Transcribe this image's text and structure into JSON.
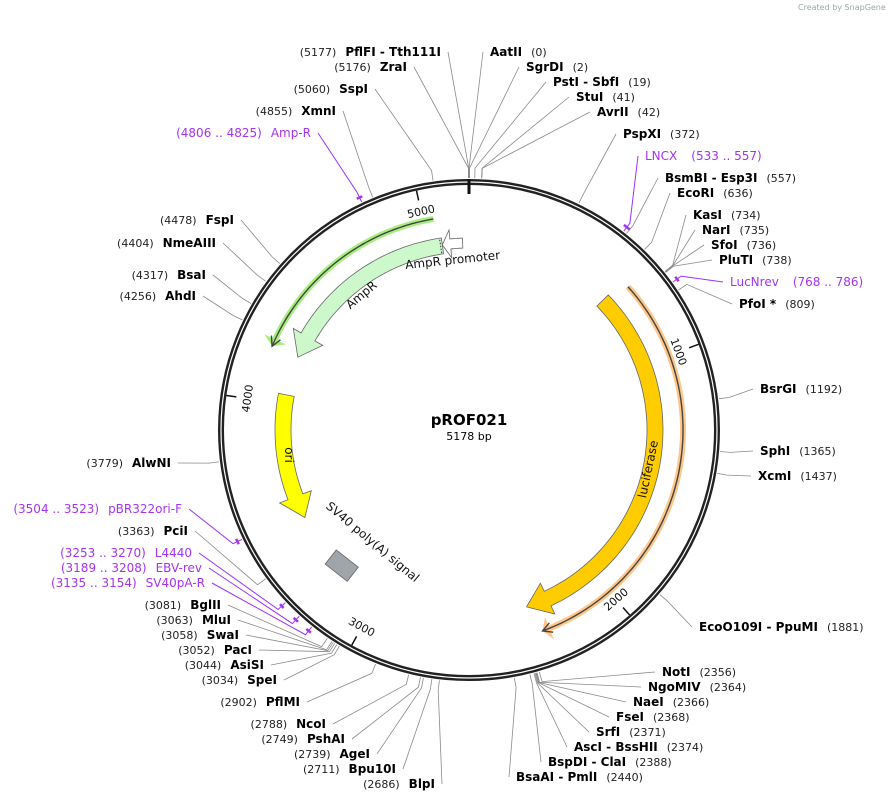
{
  "watermark": "Created by SnapGene",
  "plasmid": {
    "name": "pROF021",
    "length_label": "5178 bp",
    "length": 5178
  },
  "ticks": [
    "1000",
    "2000",
    "3000",
    "4000",
    "5000"
  ],
  "features": [
    {
      "name": "luciferase",
      "start": 660,
      "end": 2330,
      "direction": "forward",
      "color": "#ffcc00"
    },
    {
      "name": "AmpR",
      "start": 4215,
      "end": 5060,
      "direction": "reverse",
      "color": "#ccf8cc"
    },
    {
      "name": "AmpR promoter",
      "start": 5060,
      "end": 5150,
      "direction": "reverse",
      "color": "#ffffff"
    },
    {
      "name": "ori",
      "start": 3480,
      "end": 4040,
      "direction": "reverse",
      "color": "#ffff00"
    },
    {
      "name": "SV40 poly(A) signal",
      "start": 3150,
      "end": 3270,
      "direction": "none",
      "color": "#a0a5aa"
    }
  ],
  "orfs": [
    {
      "start": 690,
      "end": 2300,
      "direction": "forward",
      "color": "#ffc68a"
    },
    {
      "start": 4215,
      "end": 5040,
      "direction": "reverse",
      "color": "#a8ee80"
    }
  ],
  "sites": [
    {
      "name": "PflFI - Tth111I",
      "pos": "5177",
      "side": "left"
    },
    {
      "name": "ZraI",
      "pos": "5176",
      "side": "left"
    },
    {
      "name": "SspI",
      "pos": "5060",
      "side": "left"
    },
    {
      "name": "XmnI",
      "pos": "4855",
      "side": "left"
    },
    {
      "name": "FspI",
      "pos": "4478",
      "side": "left"
    },
    {
      "name": "NmeAIII",
      "pos": "4404",
      "side": "left"
    },
    {
      "name": "BsaI",
      "pos": "4317",
      "side": "left"
    },
    {
      "name": "AhdI",
      "pos": "4256",
      "side": "left"
    },
    {
      "name": "AlwNI",
      "pos": "3779",
      "side": "left"
    },
    {
      "name": "PciI",
      "pos": "3363",
      "side": "left"
    },
    {
      "name": "BglII",
      "pos": "3081",
      "side": "left"
    },
    {
      "name": "MluI",
      "pos": "3063",
      "side": "left"
    },
    {
      "name": "SwaI",
      "pos": "3058",
      "side": "left"
    },
    {
      "name": "PacI",
      "pos": "3052",
      "side": "left"
    },
    {
      "name": "AsiSI",
      "pos": "3044",
      "side": "left"
    },
    {
      "name": "SpeI",
      "pos": "3034",
      "side": "left"
    },
    {
      "name": "PflMI",
      "pos": "2902",
      "side": "left"
    },
    {
      "name": "NcoI",
      "pos": "2788",
      "side": "left"
    },
    {
      "name": "PshAI",
      "pos": "2749",
      "side": "left"
    },
    {
      "name": "AgeI",
      "pos": "2739",
      "side": "left"
    },
    {
      "name": "Bpu10I",
      "pos": "2711",
      "side": "left"
    },
    {
      "name": "BlpI",
      "pos": "2686",
      "side": "left"
    },
    {
      "name": "AatII",
      "pos": "0",
      "side": "right"
    },
    {
      "name": "SgrDI",
      "pos": "2",
      "side": "right"
    },
    {
      "name": "PstI - SbfI",
      "pos": "19",
      "side": "right"
    },
    {
      "name": "StuI",
      "pos": "41",
      "side": "right"
    },
    {
      "name": "AvrII",
      "pos": "42",
      "side": "right"
    },
    {
      "name": "PspXI",
      "pos": "372",
      "side": "right"
    },
    {
      "name": "BsmBI - Esp3I",
      "pos": "557",
      "side": "right"
    },
    {
      "name": "EcoRI",
      "pos": "636",
      "side": "right"
    },
    {
      "name": "KasI",
      "pos": "734",
      "side": "right"
    },
    {
      "name": "NarI",
      "pos": "735",
      "side": "right"
    },
    {
      "name": "SfoI",
      "pos": "736",
      "side": "right"
    },
    {
      "name": "PluTI",
      "pos": "738",
      "side": "right"
    },
    {
      "name": "PfoI *",
      "pos": "809",
      "side": "right"
    },
    {
      "name": "BsrGI",
      "pos": "1192",
      "side": "right"
    },
    {
      "name": "SphI",
      "pos": "1365",
      "side": "right"
    },
    {
      "name": "XcmI",
      "pos": "1437",
      "side": "right"
    },
    {
      "name": "EcoO109I - PpuMI",
      "pos": "1881",
      "side": "right"
    },
    {
      "name": "NotI",
      "pos": "2356",
      "side": "right"
    },
    {
      "name": "NgoMIV",
      "pos": "2364",
      "side": "right"
    },
    {
      "name": "NaeI",
      "pos": "2366",
      "side": "right"
    },
    {
      "name": "FseI",
      "pos": "2368",
      "side": "right"
    },
    {
      "name": "SrfI",
      "pos": "2371",
      "side": "right"
    },
    {
      "name": "AscI - BssHII",
      "pos": "2374",
      "side": "right"
    },
    {
      "name": "BspDI - ClaI",
      "pos": "2388",
      "side": "right"
    },
    {
      "name": "BsaAI - PmlI",
      "pos": "2440",
      "side": "right"
    }
  ],
  "primers": [
    {
      "name": "Amp-R",
      "range": "4806 .. 4825",
      "side": "left"
    },
    {
      "name": "pBR322ori-F",
      "range": "3504 .. 3523",
      "side": "left"
    },
    {
      "name": "L4440",
      "range": "3253 .. 3270",
      "side": "left"
    },
    {
      "name": "EBV-rev",
      "range": "3189 .. 3208",
      "side": "left"
    },
    {
      "name": "SV40pA-R",
      "range": "3135 .. 3154",
      "side": "left"
    },
    {
      "name": "LNCX",
      "range": "533 .. 557",
      "side": "right"
    },
    {
      "name": "LucNrev",
      "range": "768 .. 786",
      "side": "right"
    }
  ],
  "colors": {
    "backbone": "#222222",
    "primer": "#a633f0",
    "lead": "#8a8a8a"
  }
}
